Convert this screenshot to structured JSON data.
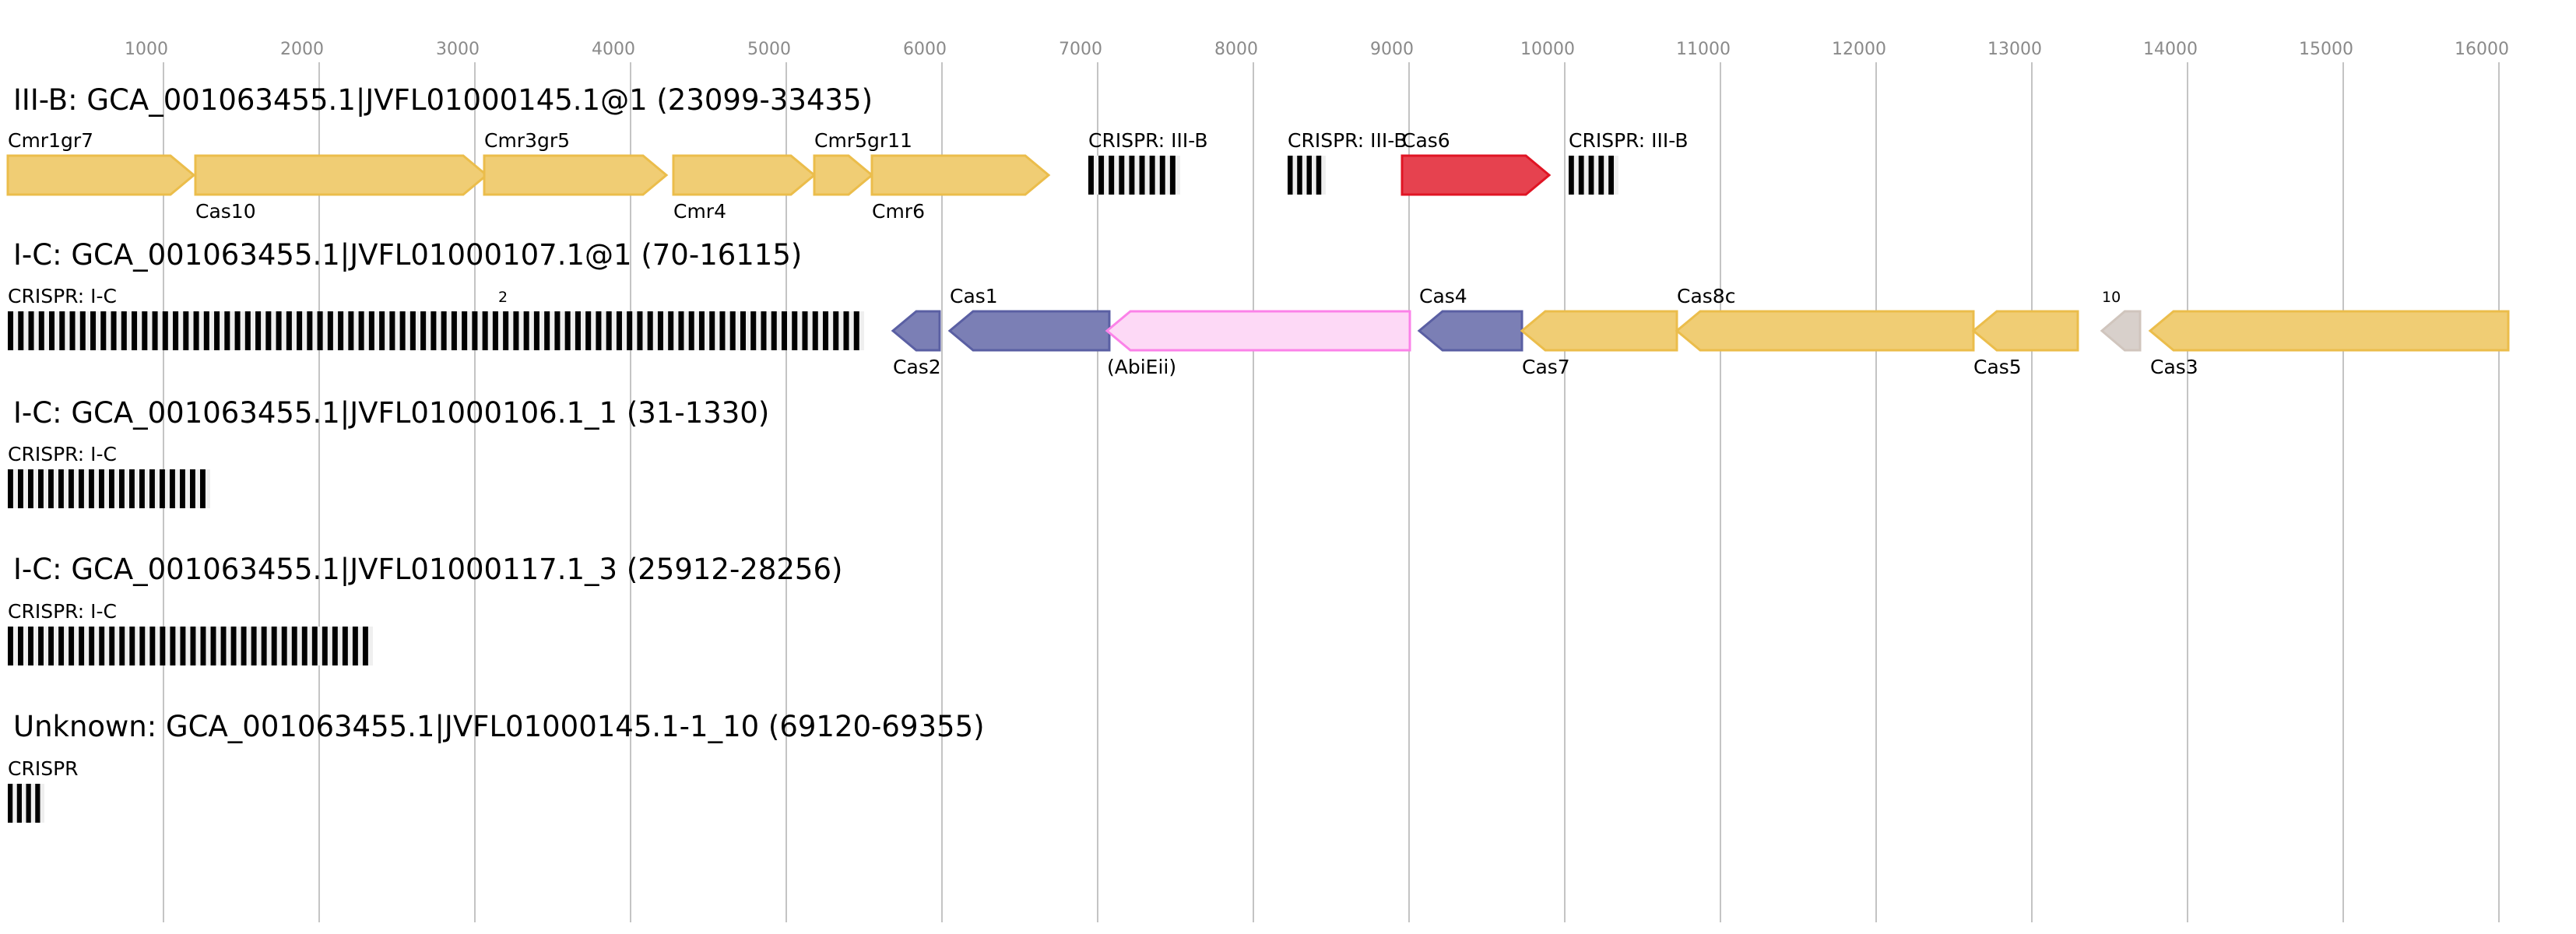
{
  "axis": {
    "ticks": [
      1000,
      2000,
      3000,
      4000,
      5000,
      6000,
      7000,
      8000,
      9000,
      10000,
      11000,
      12000,
      13000,
      14000,
      15000,
      16000
    ]
  },
  "colors": {
    "yellow": {
      "fill": "#f0cd74",
      "stroke": "#ebbd4b"
    },
    "blue": {
      "fill": "#7b7fb5",
      "stroke": "#5a5fa3"
    },
    "pink": {
      "fill": "#fdd9f6",
      "stroke": "#fb82e8"
    },
    "red": {
      "fill": "#e6424f",
      "stroke": "#e01524"
    },
    "gray": {
      "fill": "#d8d0cb",
      "stroke": "#d0c5bd"
    },
    "grid": "#c4c4c4",
    "repeat": "#000000",
    "spacer": "#efefef"
  },
  "tracks": [
    {
      "title": "III-B: GCA_001063455.1|JVFL01000145.1@1 (23099-33435)",
      "features": [
        {
          "type": "gene",
          "label": "Cmr1gr7",
          "start": 0,
          "end": 1195,
          "strand": "+",
          "color": "yellow",
          "label_pos": "above"
        },
        {
          "type": "gene",
          "label": "Cas10",
          "start": 1205,
          "end": 3075,
          "strand": "+",
          "color": "yellow",
          "label_pos": "below"
        },
        {
          "type": "gene",
          "label": "Cmr3gr5",
          "start": 3060,
          "end": 4230,
          "strand": "+",
          "color": "yellow",
          "label_pos": "above"
        },
        {
          "type": "gene",
          "label": "Cmr4",
          "start": 4275,
          "end": 5180,
          "strand": "+",
          "color": "yellow",
          "label_pos": "below"
        },
        {
          "type": "gene",
          "label": "Cmr5gr11",
          "start": 5180,
          "end": 5550,
          "strand": "+",
          "color": "yellow",
          "label_pos": "above"
        },
        {
          "type": "gene",
          "label": "Cmr6",
          "start": 5550,
          "end": 6685,
          "strand": "+",
          "color": "yellow",
          "label_pos": "below"
        },
        {
          "type": "crispr",
          "label": "CRISPR: III-B",
          "start": 6940,
          "end": 7530,
          "repeats": 9
        },
        {
          "type": "crispr",
          "label": "CRISPR: III-B",
          "start": 8220,
          "end": 8465,
          "repeats": 4
        },
        {
          "type": "gene",
          "label": "Cas6",
          "start": 8955,
          "end": 9900,
          "strand": "+",
          "color": "red",
          "label_pos": "above"
        },
        {
          "type": "crispr",
          "label": "CRISPR: III-B",
          "start": 10025,
          "end": 10345,
          "repeats": 5
        }
      ]
    },
    {
      "title": "I-C: GCA_001063455.1|JVFL01000107.1@1 (70-16115)",
      "features": [
        {
          "type": "crispr",
          "label": "CRISPR: I-C",
          "start": 0,
          "end": 5500,
          "repeats": 83
        },
        {
          "type": "marker",
          "label": "2",
          "start": 3150
        },
        {
          "type": "gene",
          "label": "Cas2",
          "start": 5685,
          "end": 5985,
          "strand": "-",
          "color": "blue",
          "label_pos": "below"
        },
        {
          "type": "gene",
          "label": "Cas1",
          "start": 6050,
          "end": 7075,
          "strand": "-",
          "color": "blue",
          "label_pos": "above"
        },
        {
          "type": "gene",
          "label": "(AbiEii)",
          "start": 7060,
          "end": 9005,
          "strand": "-",
          "color": "pink",
          "label_pos": "below"
        },
        {
          "type": "gene",
          "label": "Cas4",
          "start": 9065,
          "end": 9725,
          "strand": "-",
          "color": "blue",
          "label_pos": "above"
        },
        {
          "type": "gene",
          "label": "Cas7",
          "start": 9725,
          "end": 10720,
          "strand": "-",
          "color": "yellow",
          "label_pos": "below"
        },
        {
          "type": "gene",
          "label": "Cas8c",
          "start": 10720,
          "end": 12625,
          "strand": "-",
          "color": "yellow",
          "label_pos": "above"
        },
        {
          "type": "gene",
          "label": "Cas5",
          "start": 12625,
          "end": 13295,
          "strand": "-",
          "color": "yellow",
          "label_pos": "below"
        },
        {
          "type": "gene",
          "label": "10",
          "start": 13450,
          "end": 13695,
          "strand": "-",
          "color": "gray",
          "label_pos": "above-small"
        },
        {
          "type": "gene",
          "label": "Cas3",
          "start": 13760,
          "end": 16060,
          "strand": "-",
          "color": "yellow",
          "label_pos": "below"
        }
      ]
    },
    {
      "title": "I-C: GCA_001063455.1|JVFL01000106.1_1 (31-1330)",
      "features": [
        {
          "type": "crispr",
          "label": "CRISPR: I-C",
          "start": 0,
          "end": 1300,
          "repeats": 20
        }
      ]
    },
    {
      "title": "I-C: GCA_001063455.1|JVFL01000117.1_3 (25912-28256)",
      "features": [
        {
          "type": "crispr",
          "label": "CRISPR: I-C",
          "start": 0,
          "end": 2345,
          "repeats": 36
        }
      ]
    },
    {
      "title": "Unknown: GCA_001063455.1|JVFL01000145.1-1_10 (69120-69355)",
      "features": [
        {
          "type": "crispr",
          "label": "CRISPR",
          "start": 0,
          "end": 235,
          "repeats": 4
        }
      ]
    }
  ]
}
